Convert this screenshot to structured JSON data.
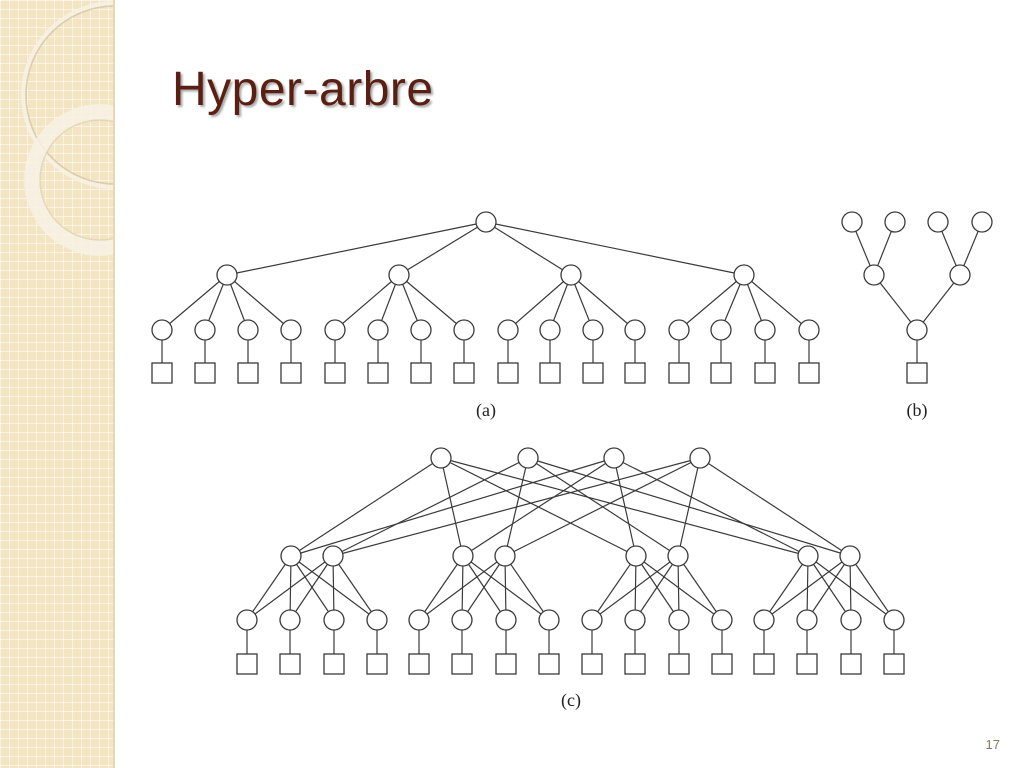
{
  "slide": {
    "title": "Hyper-arbre",
    "page_number": "17"
  },
  "diagram": {
    "captions": {
      "a": "(a)",
      "b": "(b)",
      "c": "(c)"
    },
    "panel_a": {
      "type": "tree",
      "levels": [
        1,
        4,
        16
      ],
      "leaves": 16,
      "leaf_shape": "square"
    },
    "panel_b": {
      "type": "tree",
      "top_nodes": 4,
      "middle_nodes": 2,
      "root_nodes": 1,
      "leaves": 1,
      "leaf_shape": "square"
    },
    "panel_c": {
      "type": "hypertree",
      "top_nodes": 4,
      "groups": 4,
      "group_heads": 2,
      "children_per_group": 4,
      "leaves": 16,
      "leaf_shape": "square"
    }
  },
  "colors": {
    "title": "#5a1f12",
    "sidebar": "#f3e4c2",
    "lines": "#3a3a3a"
  }
}
